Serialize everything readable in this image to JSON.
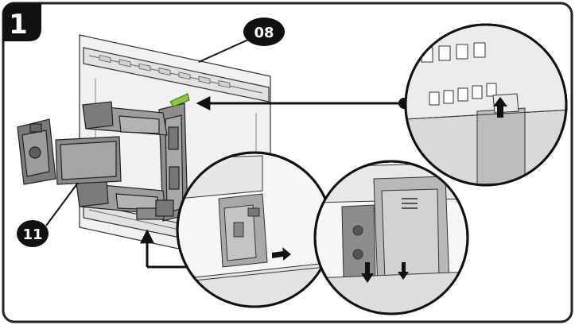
{
  "step": {
    "number": "1"
  },
  "callouts": [
    {
      "label": "08",
      "part": "wall-plate"
    },
    {
      "label": "11",
      "part": "mount-arm"
    }
  ],
  "colors": {
    "ink": "#111111",
    "panel_outline": "#222222",
    "plate_fill": "#eeeeee",
    "arm_fill": "#9a9a9a",
    "arm_dark": "#6f6f6f",
    "clip_green": "#8ec63f",
    "bubble_bg": "#f4f4f4"
  },
  "icons": [
    "step-number-badge",
    "callout-arrow",
    "release-arrow-up",
    "release-arrow-down",
    "push-arrow-right"
  ]
}
